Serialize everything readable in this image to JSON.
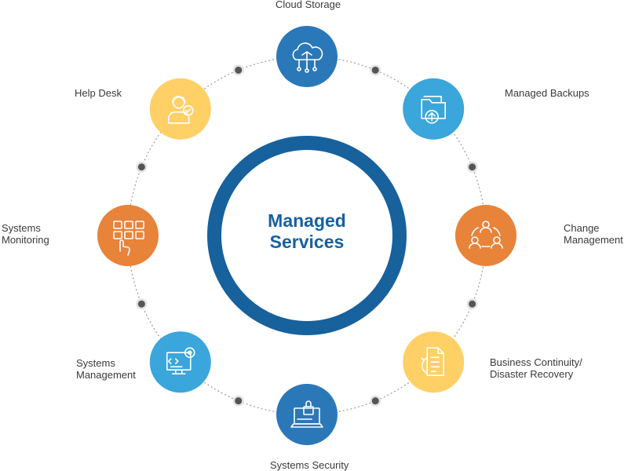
{
  "center": {
    "title": "Managed\nServices"
  },
  "colors": {
    "ring": "#17619d",
    "dotted": "#9a9a9a",
    "node_dot": "#555555",
    "blue_dark": "#2b78b8",
    "blue_light": "#3aa6db",
    "yellow": "#ffd066",
    "orange": "#e8833a",
    "icon_stroke": "#ffffff",
    "label": "#3a3a3a"
  },
  "services": [
    {
      "key": "cloud-storage",
      "label": "Cloud Storage",
      "color": "blue_dark",
      "icon": "cloud-icon"
    },
    {
      "key": "managed-backups",
      "label": "Managed Backups",
      "color": "blue_light",
      "icon": "folder-upload-icon"
    },
    {
      "key": "change-management",
      "label": "Change\nManagement",
      "color": "orange",
      "icon": "people-cycle-icon"
    },
    {
      "key": "business-continuity",
      "label": "Business Continuity/\nDisaster Recovery",
      "color": "yellow",
      "icon": "document-recovery-icon"
    },
    {
      "key": "systems-security",
      "label": "Systems Security",
      "color": "blue_dark",
      "icon": "laptop-lock-icon"
    },
    {
      "key": "systems-management",
      "label": "Systems\nManagement",
      "color": "blue_light",
      "icon": "monitor-gear-icon"
    },
    {
      "key": "systems-monitoring",
      "label": "Systems\nMonitoring",
      "color": "orange",
      "icon": "dashboard-hand-icon"
    },
    {
      "key": "help-desk",
      "label": "Help Desk",
      "color": "yellow",
      "icon": "support-agent-icon"
    }
  ]
}
